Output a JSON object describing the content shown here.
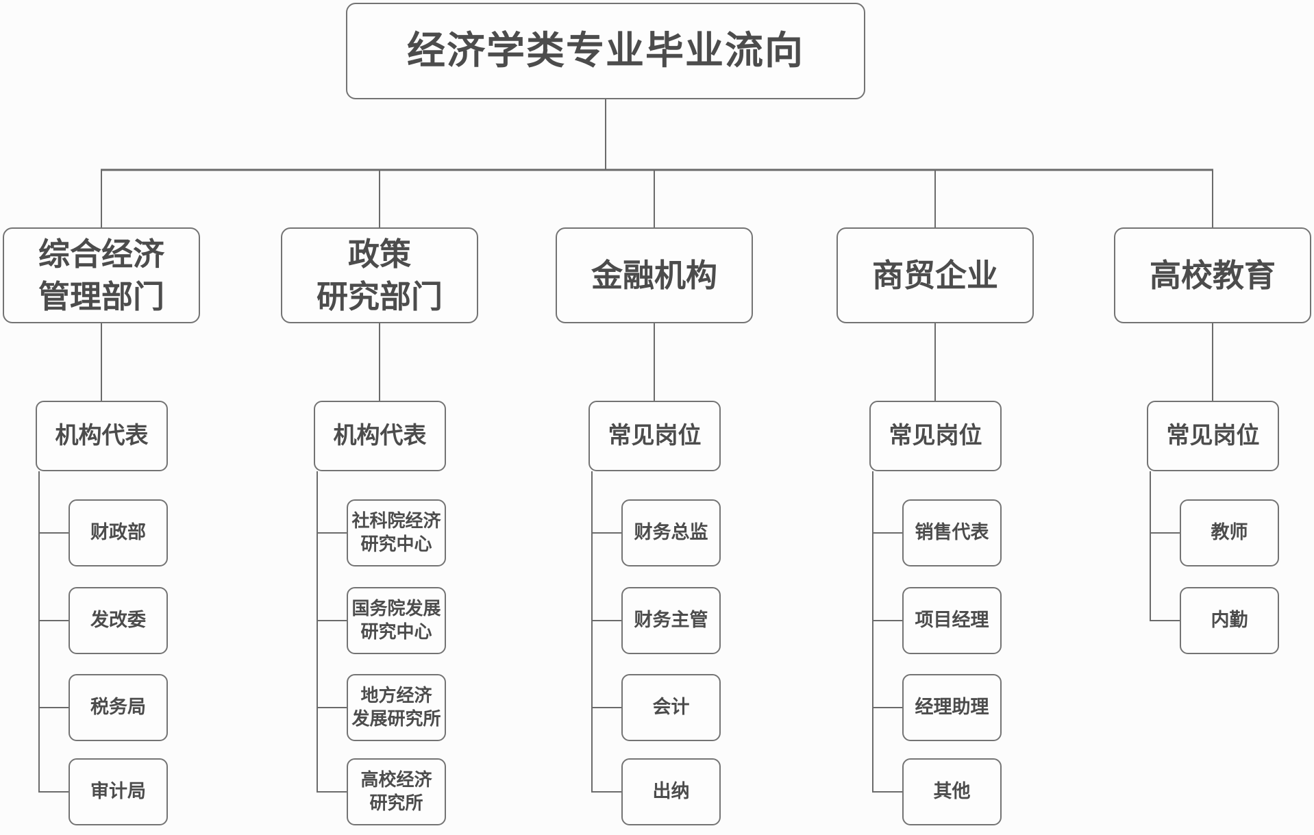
{
  "title": "经济学类专业毕业流向",
  "colors": {
    "border": "#737373",
    "text": "#4c4c4c",
    "line": "#6a6a6a",
    "background": "#fcfcfc"
  },
  "tree": {
    "branches": [
      {
        "label": "综合经济\n管理部门",
        "group": "机构代表",
        "items": [
          "财政部",
          "发改委",
          "税务局",
          "审计局"
        ]
      },
      {
        "label": "政策\n研究部门",
        "group": "机构代表",
        "items": [
          "社科院经济\n研究中心",
          "国务院发展\n研究中心",
          "地方经济\n发展研究所",
          "高校经济\n研究所"
        ]
      },
      {
        "label": "金融机构",
        "group": "常见岗位",
        "items": [
          "财务总监",
          "财务主管",
          "会计",
          "出纳"
        ]
      },
      {
        "label": "商贸企业",
        "group": "常见岗位",
        "items": [
          "销售代表",
          "项目经理",
          "经理助理",
          "其他"
        ]
      },
      {
        "label": "高校教育",
        "group": "常见岗位",
        "items": [
          "教师",
          "内勤"
        ]
      }
    ]
  }
}
